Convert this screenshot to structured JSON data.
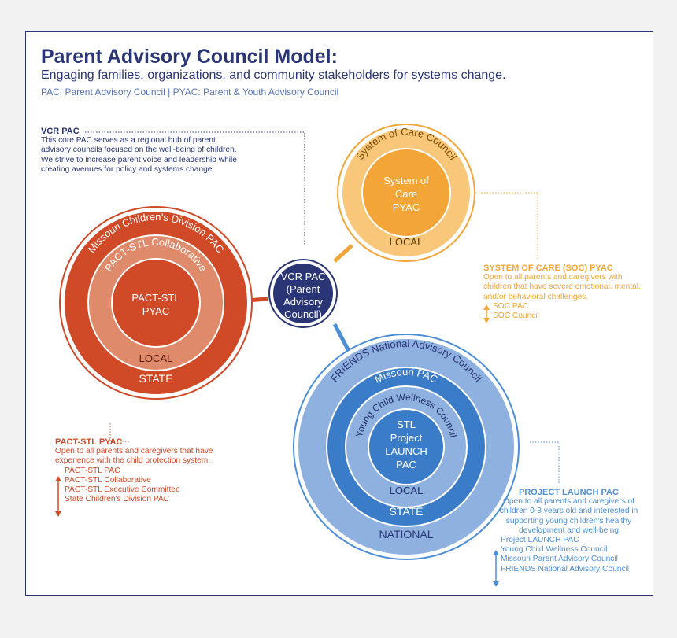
{
  "header": {
    "title": "Parent Advisory Council Model:",
    "subtitle": "Engaging families, organizations, and community stakeholders for systems change.",
    "legend": "PAC: Parent Advisory Council | PYAC: Parent & Youth Advisory Council"
  },
  "colors": {
    "navy": "#2a3575",
    "orange": "#f3a637",
    "orange_light": "#f9c77a",
    "red": "#d04a28",
    "red_light": "#e08a6c",
    "blue": "#4d8fd6",
    "blue_light": "#8fb1df",
    "blue_mid": "#3b7cc8"
  },
  "hub": {
    "lines": [
      "VCR PAC",
      "(Parent",
      "Advisory",
      "Council)"
    ]
  },
  "soc_circle": {
    "outer_arc": "System of Care Council",
    "inner_lines": [
      "System of",
      "Care",
      "PYAC"
    ],
    "band": "LOCAL"
  },
  "pact_circle": {
    "outer_arc": "Missouri Children's Division PAC",
    "middle_arc": "PACT-STL Collaborative",
    "inner_lines": [
      "PACT-STL",
      "PYAC"
    ],
    "band_local": "LOCAL",
    "band_state": "STATE"
  },
  "launch_circle": {
    "outer_arc": "FRIENDS National Advisory Council",
    "second_arc": "Missouri PAC",
    "third_arc": "Young Child Wellness Council",
    "inner_lines": [
      "STL",
      "Project",
      "LAUNCH",
      "PAC"
    ],
    "band_local": "LOCAL",
    "band_state": "STATE",
    "band_national": "NATIONAL"
  },
  "notes": {
    "vcr": {
      "heading": "VCR PAC",
      "body": "This core PAC serves as a regional hub of parent advisory councils focused on the well-being of children. We strive to increase parent voice and leadership while creating avenues for policy and systems change."
    },
    "soc": {
      "heading": "SYSTEM OF CARE (SOC) PYAC",
      "body": "Open to all parents and caregivers with children that have severe emotional, mental, and/or behavioral challenges.",
      "items": [
        "SOC PAC",
        "SOC Council"
      ]
    },
    "pact": {
      "heading": "PACT-STL PYAC",
      "body": "Open to all parents and caregivers that have experience with the child protection system.",
      "items": [
        "PACT-STL PAC",
        "PACT-STL Collaborative",
        "PACT-STL Executive Committee",
        "State Children's Division PAC"
      ]
    },
    "launch": {
      "heading": "PROJECT LAUNCH PAC",
      "body": "Open to all parents and caregivers of children 0-8 years old and interested in supporting young children's healthy development and well-being",
      "items": [
        "Project LAUNCH PAC",
        "Young Child Wellness Council",
        "Missouri Parent Advisory Council",
        "FRIENDS National Advisory Council"
      ]
    }
  }
}
